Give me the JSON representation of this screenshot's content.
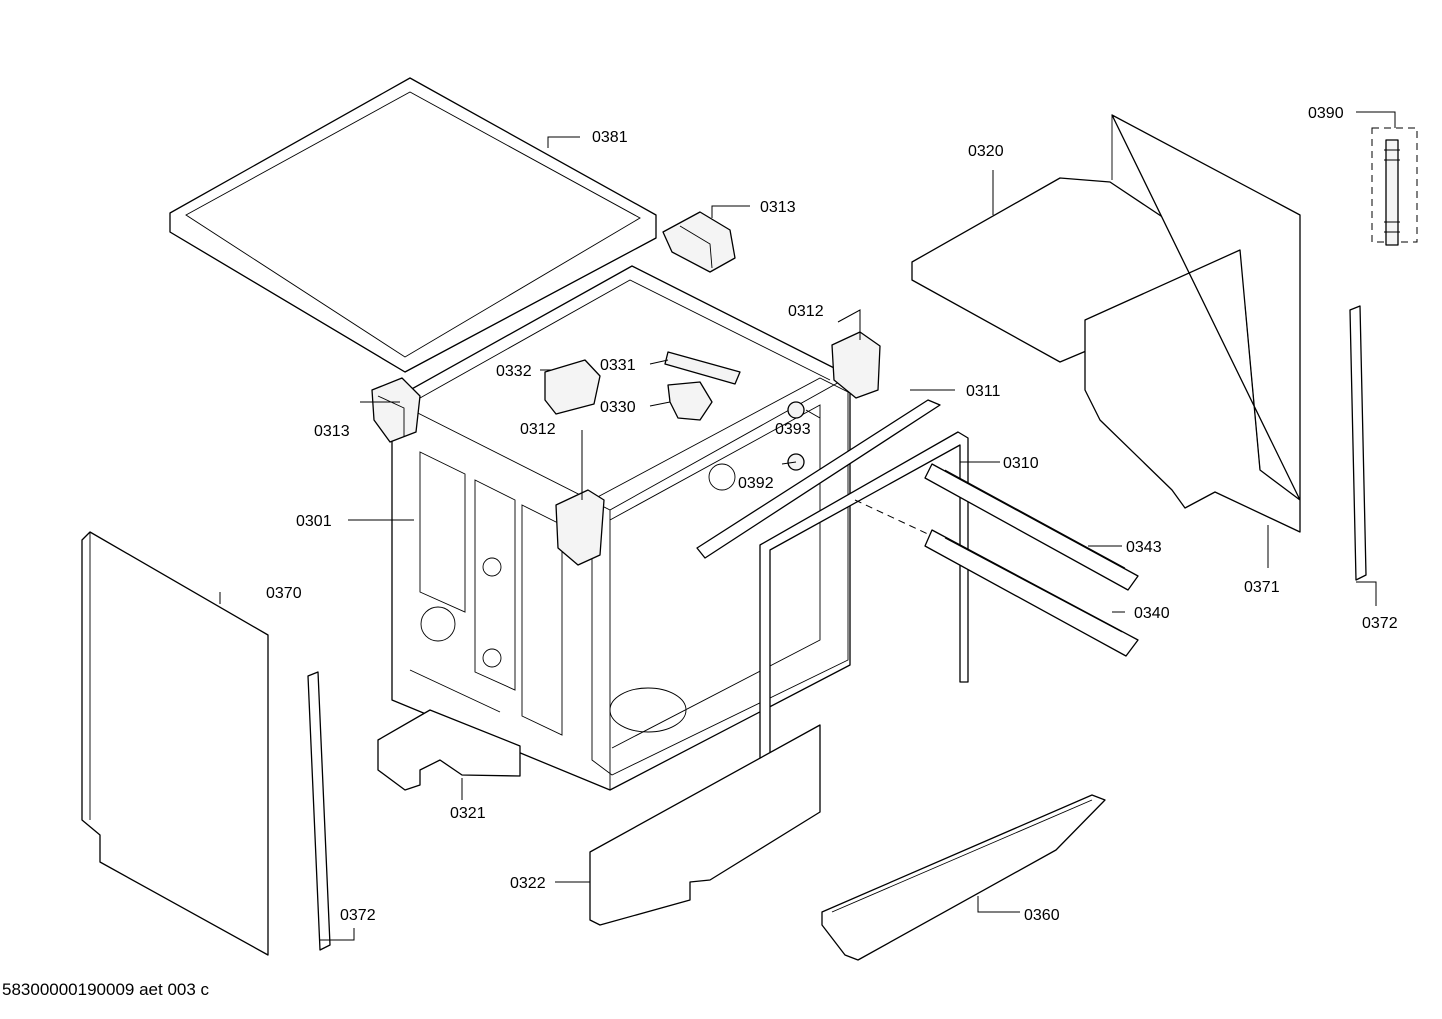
{
  "drawing": {
    "document_id": "58300000190009 aet 003 c",
    "parts": {
      "p0381": "0381",
      "p0313_top": "0313",
      "p0313_left": "0313",
      "p0312_right": "0312",
      "p0312_mid": "0312",
      "p0332": "0332",
      "p0331": "0331",
      "p0330": "0330",
      "p0311": "0311",
      "p0393": "0393",
      "p0392": "0392",
      "p0310": "0310",
      "p0301": "0301",
      "p0343": "0343",
      "p0340": "0340",
      "p0320": "0320",
      "p0371": "0371",
      "p0390": "0390",
      "p0372_right": "0372",
      "p0370": "0370",
      "p0372_left": "0372",
      "p0321": "0321",
      "p0322": "0322",
      "p0360": "0360"
    }
  }
}
